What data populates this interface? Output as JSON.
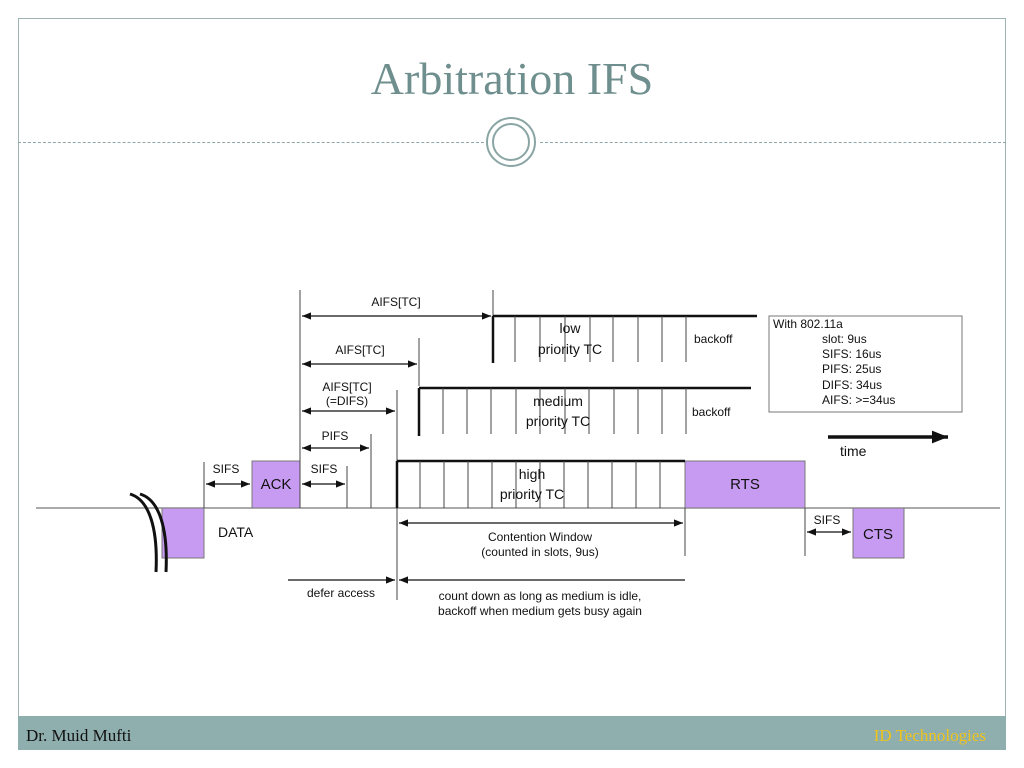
{
  "slide": {
    "title": "Arbitration IFS",
    "footer_left": "Dr. Muid Mufti",
    "footer_right": "ID Technologies"
  },
  "diagram": {
    "frames": {
      "data": "DATA",
      "ack": "ACK",
      "rts": "RTS",
      "cts": "CTS"
    },
    "sifs": "SIFS",
    "pifs": "PIFS",
    "aifs_low": "AIFS[TC]",
    "aifs_medium": "AIFS[TC]",
    "aifs_high_1": "AIFS[TC]",
    "aifs_high_2": "(=DIFS)",
    "low_1": "low",
    "low_2": "priority TC",
    "medium_1": "medium",
    "medium_2": "priority TC",
    "high_1": "high",
    "high_2": "priority TC",
    "backoff": "backoff",
    "time": "time",
    "contention_1": "Contention Window",
    "contention_2": "(counted in slots, 9us)",
    "defer": "defer access",
    "countdown_1": "count down as long as medium is idle,",
    "countdown_2": "backoff when medium gets busy again",
    "info": {
      "heading": "With 802.11a",
      "slot": "slot: 9us",
      "sifs": "SIFS: 16us",
      "pifs": "PIFS: 25us",
      "difs": "DIFS: 34us",
      "aifs": "AIFS: >=34us"
    },
    "colors": {
      "frame_fill": "#c89bf2",
      "line": "#111111"
    }
  }
}
